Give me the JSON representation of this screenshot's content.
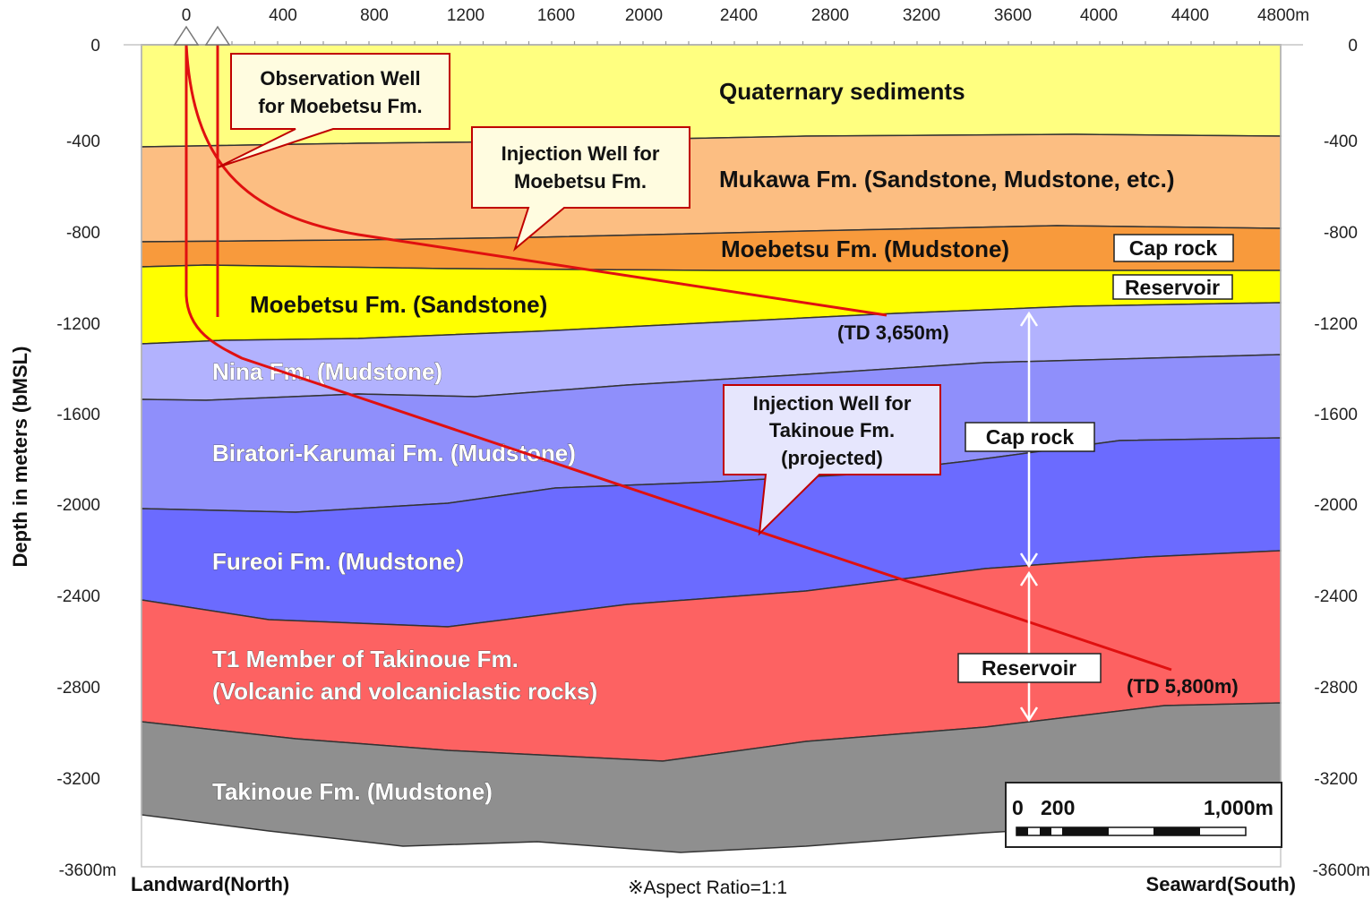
{
  "axes": {
    "x_ticks": [
      "0",
      "400",
      "800",
      "1200",
      "1600",
      "2000",
      "2400",
      "2800",
      "3200",
      "3600",
      "4000",
      "4400",
      "4800m"
    ],
    "y_ticks": [
      "0",
      "-400",
      "-800",
      "-1200",
      "-1600",
      "-2000",
      "-2400",
      "-2800",
      "-3200",
      "-3600m"
    ],
    "y_ticks_right": [
      "0",
      "-400",
      "-800",
      "-1200",
      "-1600",
      "-2000",
      "-2400",
      "-2800",
      "-3200",
      "-3600m"
    ],
    "y_label": "Depth in meters (bMSL)"
  },
  "formations": {
    "quaternary": "Quaternary sediments",
    "mukawa": "Mukawa Fm.  (Sandstone, Mudstone, etc.)",
    "moebetsu_mud": "Moebetsu Fm.  (Mudstone)",
    "moebetsu_sand": "Moebetsu  Fm.  (Sandstone)",
    "nina": "Nina Fm.  (Mudstone)",
    "biratori": "Biratori-Karumai Fm.  (Mudstone)",
    "fureoi": "Fureoi Fm.  (Mudstone）",
    "t1_line1": "T1 Member of Takinoue Fm.",
    "t1_line2": "(Volcanic and volcaniclastic rocks)",
    "takinoue": "Takinoue Fm.  (Mudstone)"
  },
  "callouts": {
    "obs_line1": "Observation Well",
    "obs_line2": "for Moebetsu Fm.",
    "inj_moe_line1": "Injection Well for",
    "inj_moe_line2": "Moebetsu Fm.",
    "inj_tak_line1": "Injection Well for",
    "inj_tak_line2": "Takinoue Fm.",
    "inj_tak_line3": "(projected)"
  },
  "depth_labels": {
    "td1": "(TD 3,650m)",
    "td2": "(TD 5,800m)"
  },
  "boxes": {
    "cap_rock_upper": "Cap rock",
    "reservoir_upper": "Reservoir",
    "cap_rock_lower": "Cap rock",
    "reservoir_lower": "Reservoir"
  },
  "scale_bar": {
    "zero": "0",
    "mid": "200",
    "end": "1,000m"
  },
  "footer": {
    "left": "Landward(North)",
    "center": "※Aspect Ratio=1:1",
    "right": "Seaward(South)"
  },
  "colors": {
    "quaternary": "#ffff80",
    "mukawa": "#fcbe82",
    "moebetsu_mudstone": "#f89a3c",
    "moebetsu_sandstone": "#ffff00",
    "nina": "#b2b2fe",
    "biratori": "#8f8ffb",
    "fureoi": "#6b6bff",
    "t1_member": "#fd6262",
    "takinoue": "#8f8f8f",
    "wells": "#e01010"
  }
}
